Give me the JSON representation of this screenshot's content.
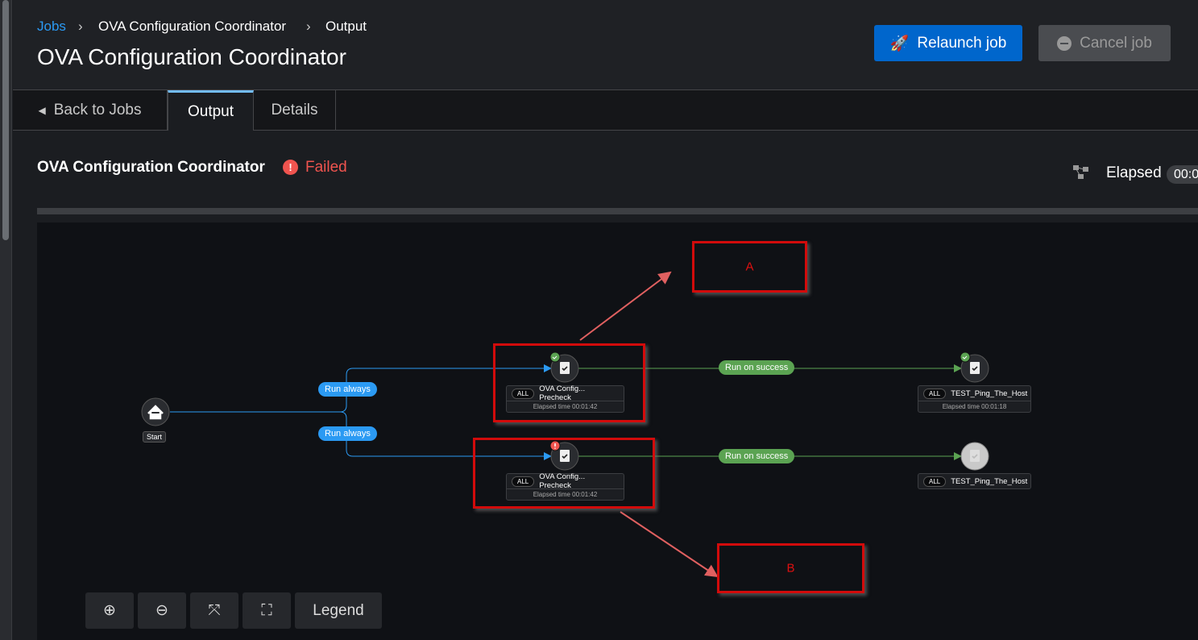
{
  "breadcrumb": {
    "jobs": "Jobs",
    "job": "OVA Configuration Coordinator",
    "current": "Output"
  },
  "header": {
    "title": "OVA Configuration Coordinator",
    "relaunch": "Relaunch job",
    "cancel": "Cancel job"
  },
  "tabs": {
    "back": "Back to Jobs",
    "output": "Output",
    "details": "Details"
  },
  "status": {
    "name": "OVA Configuration Coordinator",
    "state": "Failed",
    "elapsed_label": "Elapsed",
    "elapsed_value": "00:0"
  },
  "graph": {
    "start": "Start",
    "edges": {
      "always1": "Run always",
      "always2": "Run always",
      "success1": "Run on success",
      "success2": "Run on success"
    },
    "nodes": [
      {
        "tag": "ALL",
        "name": "OVA Config... Precheck",
        "elapsed": "Elapsed time 00:01:42",
        "status": "success"
      },
      {
        "tag": "ALL",
        "name": "TEST_Ping_The_Host",
        "elapsed": "Elapsed time 00:01:18",
        "status": "success"
      },
      {
        "tag": "ALL",
        "name": "OVA Config... Precheck",
        "elapsed": "Elapsed time 00:01:42",
        "status": "failed"
      },
      {
        "tag": "ALL",
        "name": "TEST_Ping_The_Host",
        "status": "not-run"
      }
    ]
  },
  "annotations": {
    "a": "A",
    "b": "B"
  },
  "controls": {
    "legend": "Legend"
  },
  "colors": {
    "accent": "#0066cc",
    "failed": "#f0544f",
    "success": "#5ba352",
    "link": "#2b9af3"
  }
}
